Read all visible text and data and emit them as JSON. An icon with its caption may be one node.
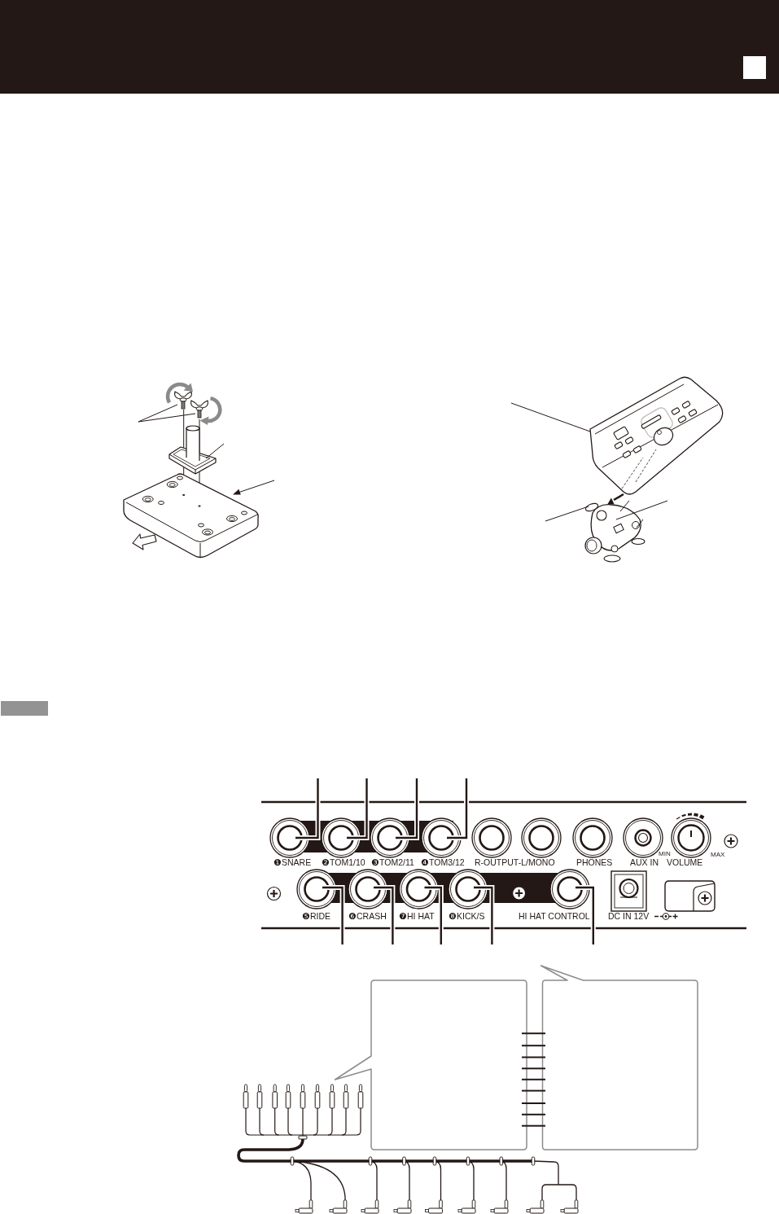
{
  "diagram": {
    "labels": [
      "❶SNARE",
      "❷TOM1/10",
      "❸TOM2/11",
      "❹TOM3/12",
      "R-OUTPUT-L/MONO",
      "PHONES",
      "AUX IN",
      "MIN",
      "VOLUME",
      "MAX",
      "❺RIDE",
      "❻CRASH",
      "❼HI HAT",
      "❽KICK/S",
      "HI HAT CONTROL",
      "DC IN 12V"
    ]
  }
}
